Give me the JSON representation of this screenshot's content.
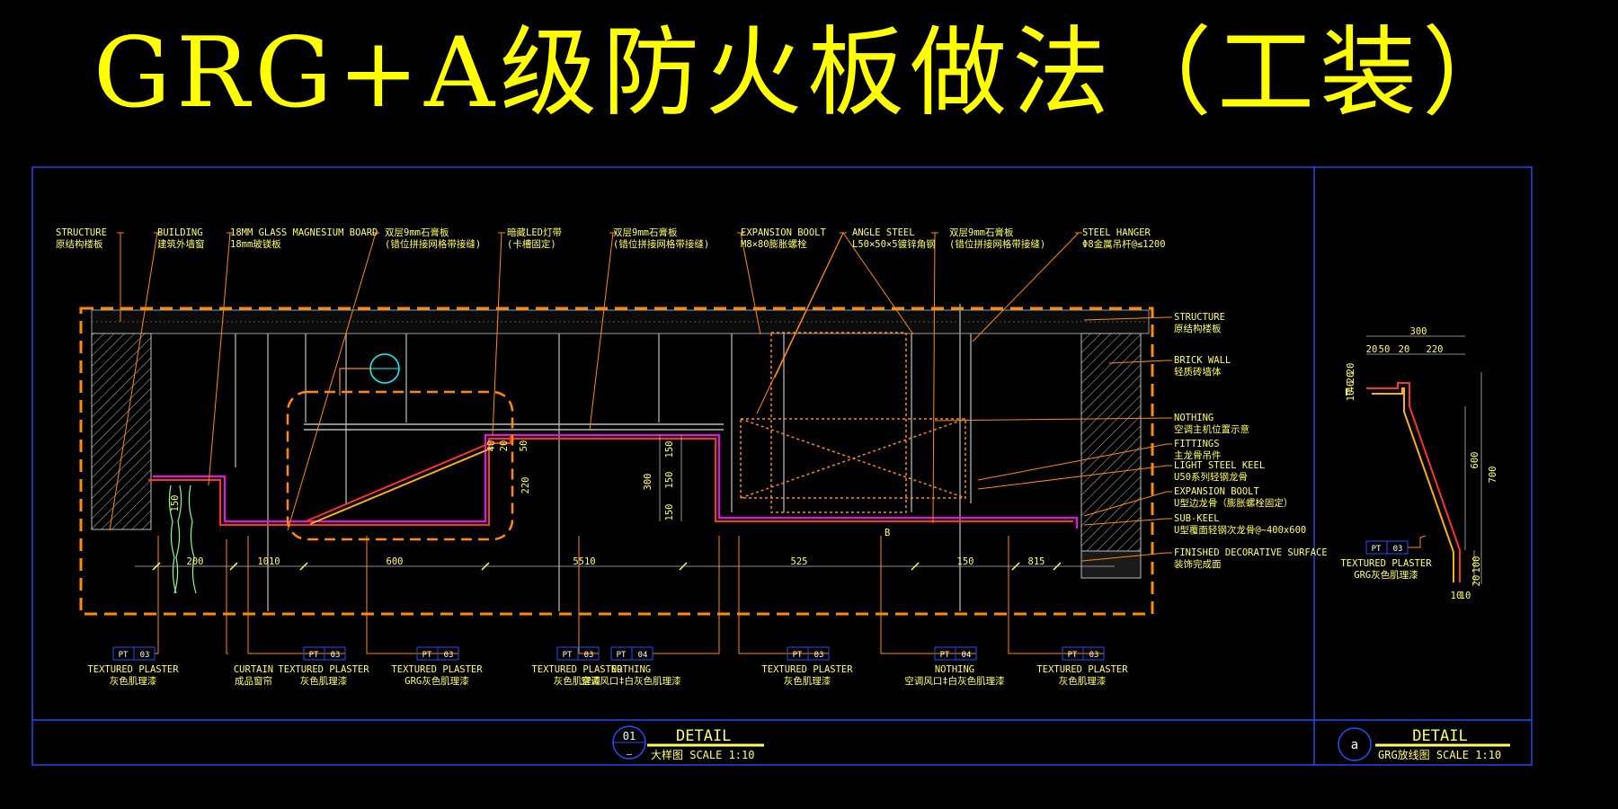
{
  "title": "GRG+A级防火板做法（工装）",
  "colors": {
    "frame": "#1f4fff",
    "label": "#ffff66",
    "orange": "#ff8c00",
    "accent": "#00ffff"
  },
  "detail_main": {
    "marker": "01",
    "sub_marker": "—",
    "heading": "DETAIL",
    "subtitle": "大样图  SCALE 1:10"
  },
  "detail_side": {
    "marker": "a",
    "heading": "DETAIL",
    "subtitle": "GRG放线图  SCALE 1:10"
  },
  "top_labels": [
    {
      "en": "STRUCTURE",
      "cn": "原结构楼板"
    },
    {
      "en": "BUILDING",
      "cn": "建筑外墙窗"
    },
    {
      "en": "18MM GLASS MAGNESIUM BOARD",
      "cn": "18mm玻镁板"
    },
    {
      "en": "双层9mm石膏板",
      "cn": "(错位拼接网格带接缝)"
    },
    {
      "en": "暗藏LED灯带",
      "cn": "(卡槽固定)"
    },
    {
      "en": "双层9mm石膏板",
      "cn": "(错位拼接网格带接缝)"
    },
    {
      "en": "EXPANSION BOOLT",
      "cn": "M8×80膨胀螺栓"
    },
    {
      "en": "ANGLE STEEL",
      "cn": "L50×50×5镀锌角钢"
    },
    {
      "en": "双层9mm石膏板",
      "cn": "(错位拼接网格带接缝)"
    },
    {
      "en": "STEEL HANGER",
      "cn": "Φ8金属吊杆@≤1200"
    }
  ],
  "right_labels": [
    {
      "en": "STRUCTURE",
      "cn": "原结构楼板"
    },
    {
      "en": "BRICK WALL",
      "cn": "轻质砖墙体"
    },
    {
      "en": "NOTHING",
      "cn": "空调主机位置示意"
    },
    {
      "en": "FITTINGS",
      "cn": "主龙骨吊件"
    },
    {
      "en": "LIGHT STEEL KEEL",
      "cn": "U50系列轻钢龙骨"
    },
    {
      "en": "EXPANSION BOOLT",
      "cn": "U型边龙骨（膨胀螺栓固定）"
    },
    {
      "en": "SUB-KEEL",
      "cn": "U型覆面轻钢次龙骨@~400x600"
    },
    {
      "en": "FINISHED DECORATIVE SURFACE",
      "cn": "装饰完成面"
    }
  ],
  "bottom_labels": [
    {
      "tag1": "PT",
      "tag2": "03",
      "en": "TEXTURED PLASTER",
      "cn": "灰色肌理漆"
    },
    {
      "tag1": "",
      "tag2": "",
      "en": "CURTAIN",
      "cn": "成品窗帘"
    },
    {
      "tag1": "PT",
      "tag2": "03",
      "en": "TEXTURED PLASTER",
      "cn": "灰色肌理漆"
    },
    {
      "tag1": "PT",
      "tag2": "03",
      "en": "TEXTURED PLASTER",
      "cn": "GRG灰色肌理漆"
    },
    {
      "tag1": "PT",
      "tag2": "03",
      "en": "TEXTURED PLASTER",
      "cn": "灰色肌理漆"
    },
    {
      "tag1": "PT",
      "tag2": "04",
      "en": "NOTHING",
      "cn": "空调风口‡白灰色肌理漆"
    },
    {
      "tag1": "PT",
      "tag2": "03",
      "en": "TEXTURED PLASTER",
      "cn": "灰色肌理漆"
    },
    {
      "tag1": "PT",
      "tag2": "04",
      "en": "NOTHING",
      "cn": "空调风口‡白灰色肌理漆"
    },
    {
      "tag1": "PT",
      "tag2": "03",
      "en": "TEXTURED PLASTER",
      "cn": "灰色肌理漆"
    }
  ],
  "dims_bottom": [
    "200",
    "1010",
    "600",
    "5510",
    "525",
    "150",
    "815"
  ],
  "dims_vertical": [
    "150",
    "300",
    "150",
    "150",
    "150",
    "220"
  ],
  "dims_small": [
    "40",
    "20",
    "50"
  ],
  "side_tag": {
    "tag1": "PT",
    "tag2": "03",
    "en": "TEXTURED PLASTER",
    "cn": "GRG灰色肌理漆"
  },
  "side_dims_top": [
    "300",
    "20",
    "50",
    "20",
    "220"
  ],
  "side_dims_left": [
    "10",
    "40",
    "20",
    "20"
  ],
  "side_dims_right": [
    "600",
    "700"
  ],
  "side_dims_bottom": [
    "100",
    "20",
    "10",
    "10"
  ],
  "cross_marker": "B"
}
